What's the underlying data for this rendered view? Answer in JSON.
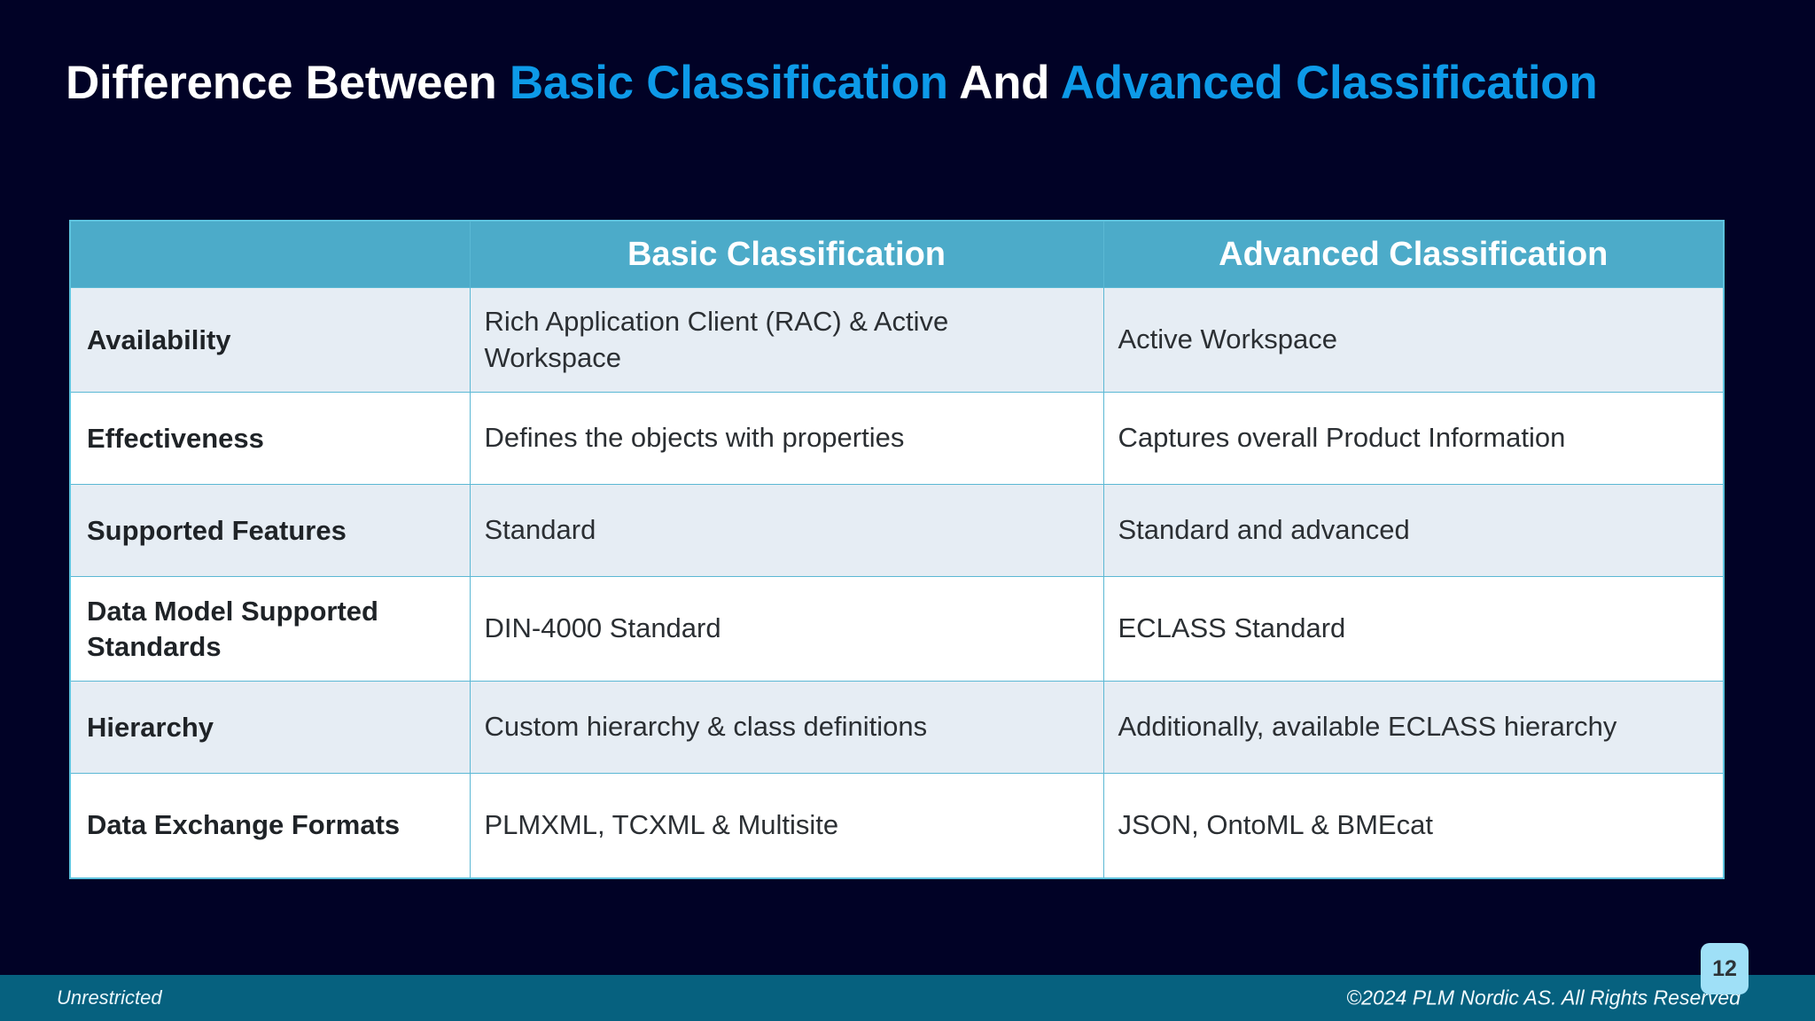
{
  "slide": {
    "background_color": "#010226",
    "accent_color": "#0d9ae8",
    "header_fill": "#4cabc9",
    "footer_fill": "#06617f",
    "row_alt_fill": "#e6edf4",
    "row_plain_fill": "#ffffff"
  },
  "title": {
    "part1": "Difference Between ",
    "part2": "Basic Classification",
    "part3": " And ",
    "part4": "Advanced Classification"
  },
  "table": {
    "headers": [
      "",
      "Basic Classification",
      "Advanced Classification"
    ],
    "rows": [
      {
        "label": "Availability",
        "basic": "Rich Application Client (RAC)  & Active Workspace",
        "advanced": "Active Workspace"
      },
      {
        "label": "Effectiveness",
        "basic": "Defines the objects  with properties",
        "advanced": "Captures  overall Product Information"
      },
      {
        "label": "Supported Features",
        "basic": "Standard",
        "advanced": "Standard and advanced"
      },
      {
        "label": "Data Model Supported Standards",
        "basic": "DIN-4000 Standard",
        "advanced": "ECLASS Standard"
      },
      {
        "label": "Hierarchy",
        "basic": "Custom hierarchy & class definitions",
        "advanced": "Additionally, available ECLASS hierarchy"
      },
      {
        "label": "Data Exchange Formats",
        "basic": "PLMXML, TCXML & Multisite",
        "advanced": "JSON, OntoML & BMEcat"
      }
    ]
  },
  "footer": {
    "classification": "Unrestricted",
    "copyright": "©2024 PLM Nordic AS. All Rights Reserved",
    "page_number": "12"
  }
}
